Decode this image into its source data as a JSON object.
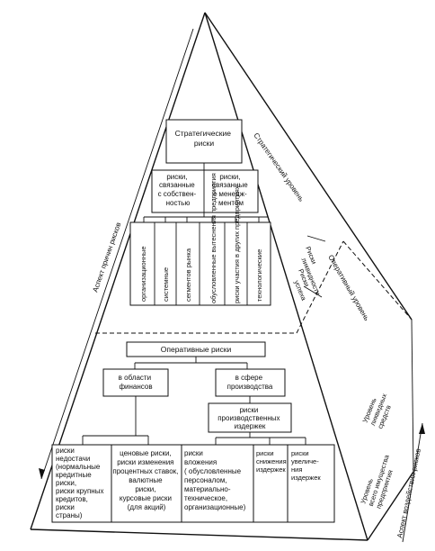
{
  "strategic_risks": [
    "Стратегические",
    "риски"
  ],
  "ownership_risks": [
    "риски,",
    "связанные",
    "с собствен-",
    "ностью"
  ],
  "management_risks": [
    "риски,",
    "связанные",
    "с менедж-",
    "ментом"
  ],
  "vertical_risks": [
    "организационные",
    "системные",
    "сегментов рынка",
    "обусловленные вытеснения предприятия",
    "риски участия в других предприятиях",
    "технологические"
  ],
  "operative_risks": "Оперативные риски",
  "finance_area": [
    "в области",
    "финансов"
  ],
  "production_area": [
    "в сфере",
    "производства"
  ],
  "production_cost_risks": [
    "риски",
    "производственных",
    "издержек"
  ],
  "shortage_risks": [
    "риски",
    "недостачи",
    "(нормальные",
    "кредитные",
    "риски,",
    "риски крупных",
    "кредитов,",
    "риски",
    "страны)"
  ],
  "price_risks": [
    "ценовые риски,",
    "риски изменения",
    "процентных ставок,",
    "валютные",
    "риски,",
    "курсовые риски",
    "(для акций)"
  ],
  "investment_risks": [
    "риски",
    "вложения",
    "( обусловленные",
    "персоналом,",
    "материально-",
    "техническое,",
    "организационные)"
  ],
  "cost_reduction_risks": [
    "риски",
    "снижения",
    "издержек"
  ],
  "cost_increase_risks": [
    "риски",
    "увеличе-",
    "ния",
    "издержек"
  ],
  "side_labels": {
    "cause_aspect": "Аспект причин рисков",
    "strategic_level": "Стратегический уровень",
    "operative_level": "Оперативный уровень",
    "risks_liquidity": [
      "Риски",
      "ликвидности"
    ],
    "risks_success": [
      "Риски",
      "успеха"
    ],
    "level_liquid_assets": [
      "Уровень",
      "ликвидных",
      "средств"
    ],
    "level_total_assets": [
      "Уровень",
      "всего имущества",
      "предприятия"
    ],
    "impact_aspect": "Аспект воздействия рисков"
  }
}
